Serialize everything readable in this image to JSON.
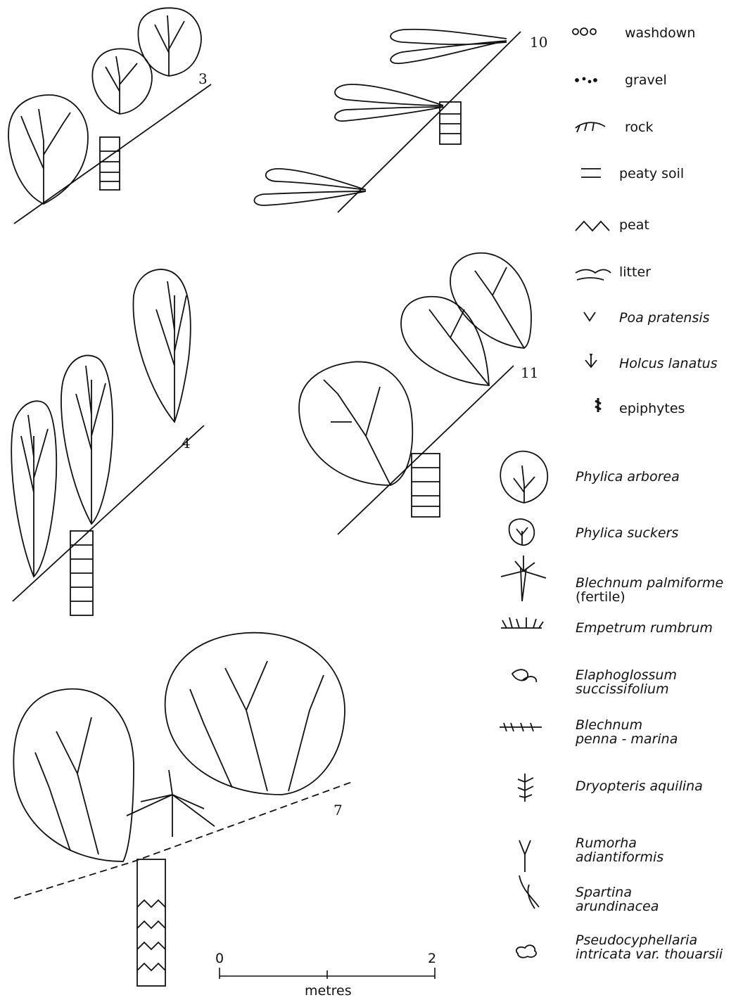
{
  "panels": {
    "p3": "3",
    "p4": "4",
    "p7": "7",
    "p10": "10",
    "p11": "11"
  },
  "legend": [
    {
      "id": "washdown",
      "line1": "washdown",
      "line2": "",
      "italic": false
    },
    {
      "id": "gravel",
      "line1": "gravel",
      "line2": "",
      "italic": false
    },
    {
      "id": "rock",
      "line1": "rock",
      "line2": "",
      "italic": false
    },
    {
      "id": "peaty-soil",
      "line1": "peaty soil",
      "line2": "",
      "italic": false
    },
    {
      "id": "peat",
      "line1": "peat",
      "line2": "",
      "italic": false
    },
    {
      "id": "litter",
      "line1": "litter",
      "line2": "",
      "italic": false
    },
    {
      "id": "poa",
      "line1": "Poa pratensis",
      "line2": "",
      "italic": true
    },
    {
      "id": "holcus",
      "line1": "Holcus lanatus",
      "line2": "",
      "italic": true
    },
    {
      "id": "epiphytes",
      "line1": "epiphytes",
      "line2": "",
      "italic": false
    },
    {
      "id": "phylica-arborea",
      "line1": "Phylica arborea",
      "line2": "",
      "italic": true
    },
    {
      "id": "phylica-suckers",
      "line1": "Phylica suckers",
      "line2": "",
      "italic": true
    },
    {
      "id": "blechnum-palmiforme",
      "line1": "Blechnum palmiforme",
      "line2": "(fertile)",
      "italic": true
    },
    {
      "id": "empetrum",
      "line1": "Empetrum rumbrum",
      "line2": "",
      "italic": true
    },
    {
      "id": "elaphoglossum",
      "line1": "Elaphoglossum",
      "line2": "succissifolium",
      "italic": true
    },
    {
      "id": "blechnum-penna",
      "line1": "Blechnum",
      "line2": "penna - marina",
      "italic": true
    },
    {
      "id": "dryopteris",
      "line1": "Dryopteris aquilina",
      "line2": "",
      "italic": true
    },
    {
      "id": "rumorha",
      "line1": "Rumorha",
      "line2": "adiantiformis",
      "italic": true
    },
    {
      "id": "spartina",
      "line1": "Spartina",
      "line2": "arundinacea",
      "italic": true
    },
    {
      "id": "pseudocyphellaria",
      "line1": "Pseudocyphellaria",
      "line2": "intricata var. thouarsii",
      "italic": true
    }
  ],
  "scale": {
    "start": "0",
    "end": "2",
    "unit": "metres"
  }
}
